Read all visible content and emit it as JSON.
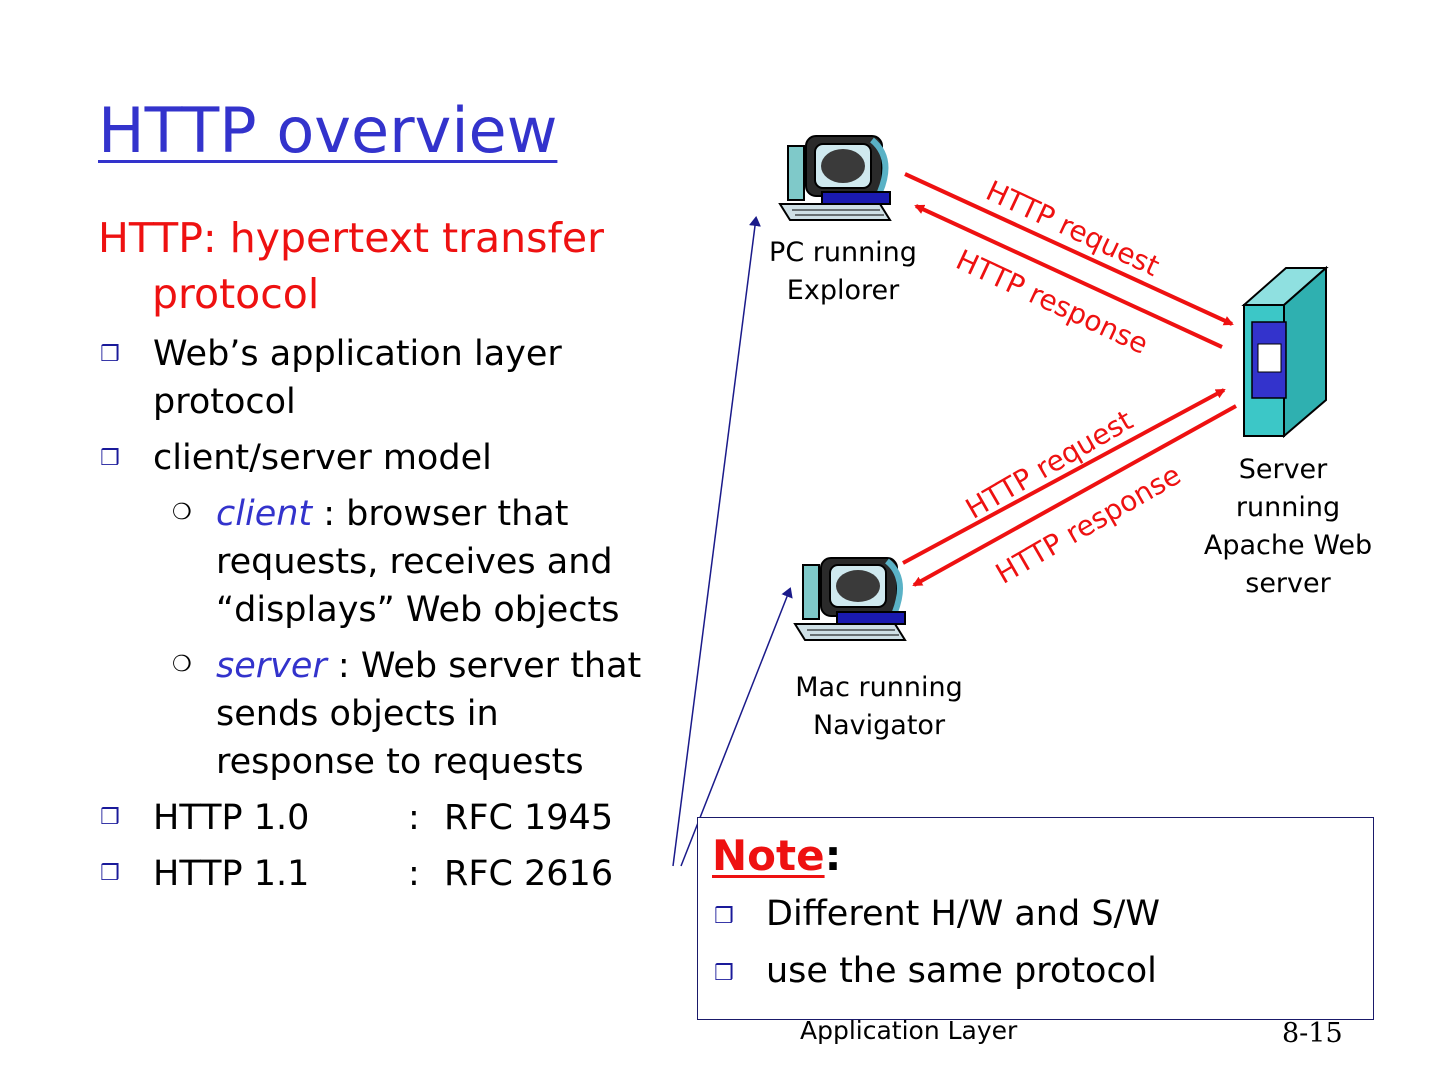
{
  "slide": {
    "title": "HTTP overview",
    "lead_line1": "HTTP: hypertext transfer",
    "lead_line2": "protocol",
    "bullets": [
      {
        "line1": "Web’s application layer",
        "line2": "protocol"
      },
      {
        "line1": "client/server model"
      }
    ],
    "sub_bullets": [
      {
        "term": "client",
        "rest": " : browser that",
        "line2": "requests, receives and",
        "line3": "“displays” Web objects"
      },
      {
        "term": "server",
        "rest": " : Web server that",
        "line2": "sends objects in",
        "line3": "response to requests"
      }
    ],
    "rfcs": [
      {
        "version": "HTTP 1.0",
        "sep": ":",
        "rfc": "RFC 1945"
      },
      {
        "version": "HTTP 1.1",
        "sep": ":",
        "rfc": "RFC 2616"
      }
    ]
  },
  "diagram": {
    "pc_label_1": "PC running",
    "pc_label_2": "Explorer",
    "mac_label_1": "Mac running",
    "mac_label_2": "Navigator",
    "server_label_1": "Server",
    "server_label_2": "running",
    "server_label_3": "Apache Web",
    "server_label_4": "server",
    "request_label": "HTTP request",
    "response_label": "HTTP response",
    "arrow_color": "#ee1111",
    "pointer_color": "#1a1a8a"
  },
  "note": {
    "title": "Note",
    "colon": ":",
    "items": [
      "Different H/W and S/W",
      "use the same protocol"
    ]
  },
  "footer": {
    "label": "Application Layer",
    "page": "8-15"
  },
  "icons": {
    "bullet": "square-bullet-icon",
    "sub_bullet": "circle-bullet-icon"
  }
}
